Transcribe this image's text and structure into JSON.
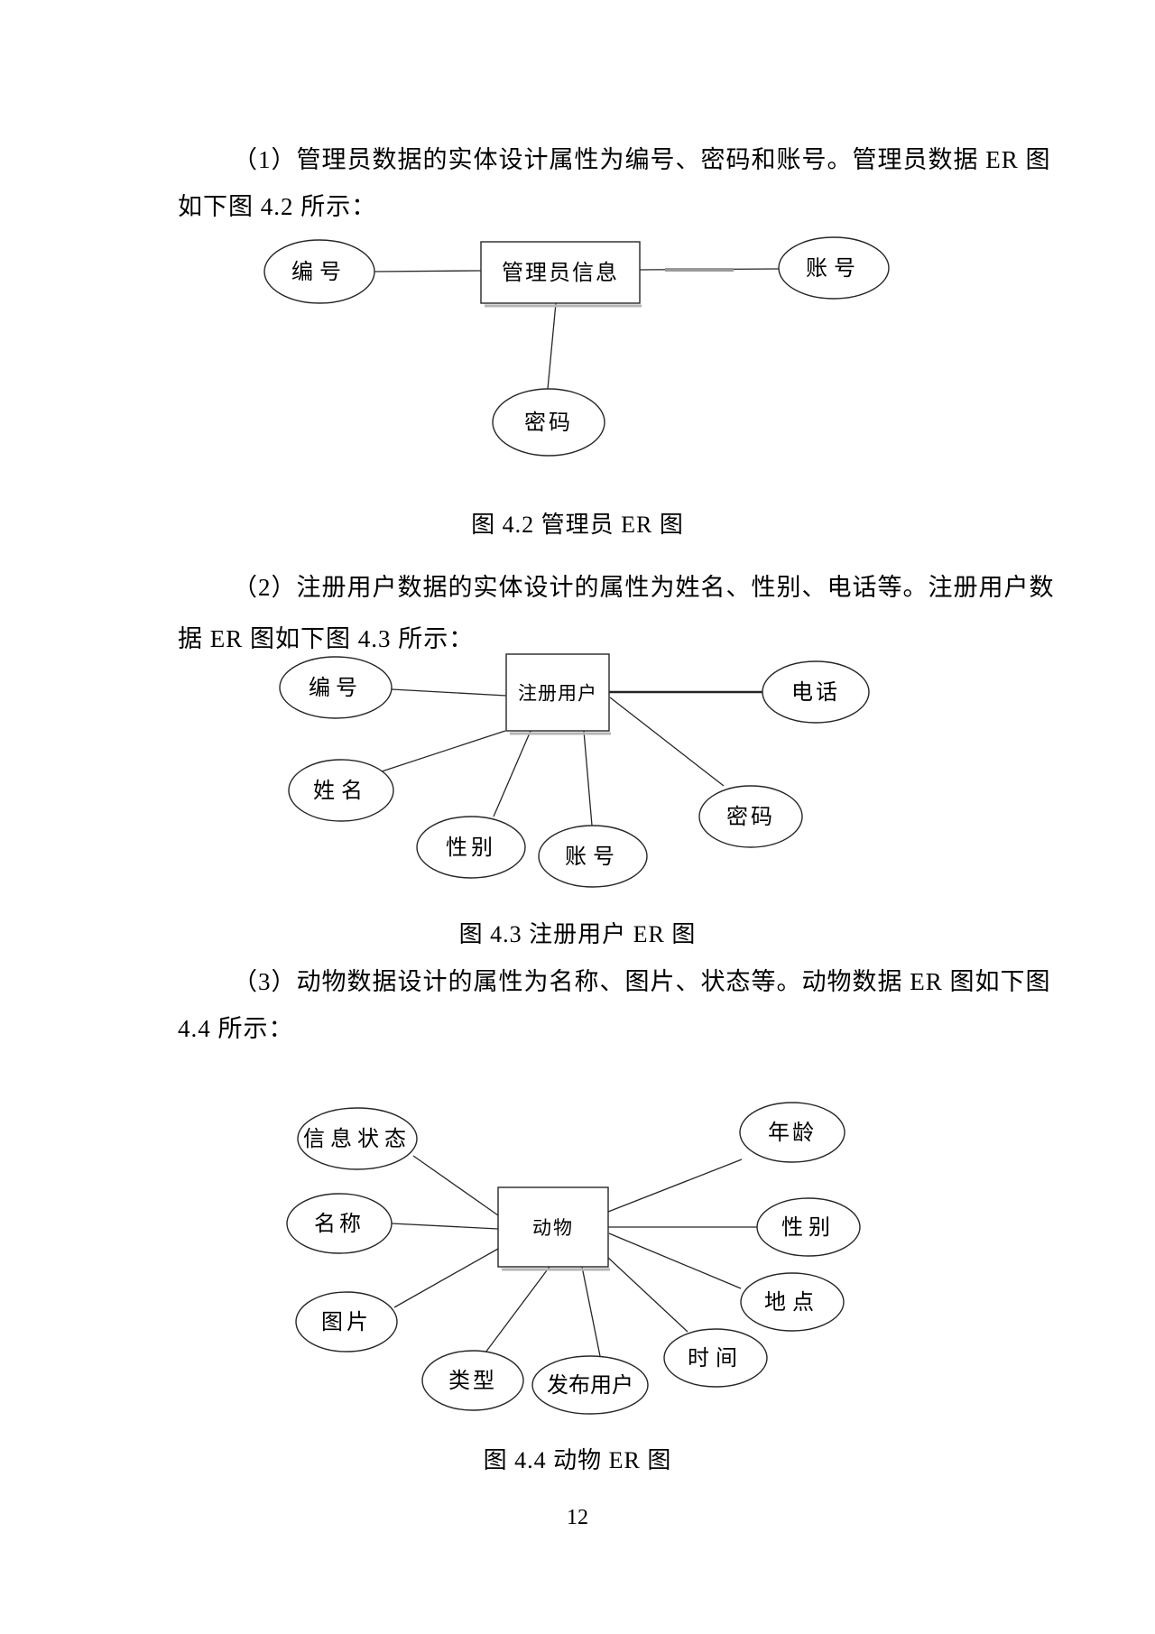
{
  "document": {
    "page_number": "12",
    "paragraph1": {
      "line1": "（1）管理员数据的实体设计属性为编号、密码和账号。管理员数据 ER 图",
      "line2": "如下图 4.2 所示："
    },
    "figure42": {
      "caption": "图 4.2 管理员 ER 图",
      "entity": "管理员信息",
      "attributes": [
        "编号",
        "账号",
        "密码"
      ]
    },
    "paragraph2": {
      "line1": "（2）注册用户数据的实体设计的属性为姓名、性别、电话等。注册用户数",
      "line2": "据 ER 图如下图 4.3 所示："
    },
    "figure43": {
      "caption": "图 4.3 注册用户 ER 图",
      "entity": "注册用户",
      "attributes": [
        "编号",
        "姓名",
        "性别",
        "账号",
        "密码",
        "电话"
      ]
    },
    "paragraph3": {
      "line1": "（3）动物数据设计的属性为名称、图片、状态等。动物数据 ER 图如下图",
      "line2": "4.4 所示："
    },
    "figure44": {
      "caption": "图 4.4 动物 ER 图",
      "entity": "动物",
      "attributes": [
        "信息状态",
        "名称",
        "图片",
        "类型",
        "发布用户",
        "时间",
        "地点",
        "性别",
        "年龄"
      ]
    }
  },
  "colors": {
    "text": "#000000",
    "line": "#262626",
    "shape_fill": "#ffffff",
    "rect_shadow": "#b5b5b5",
    "thick_line": "#999999"
  }
}
